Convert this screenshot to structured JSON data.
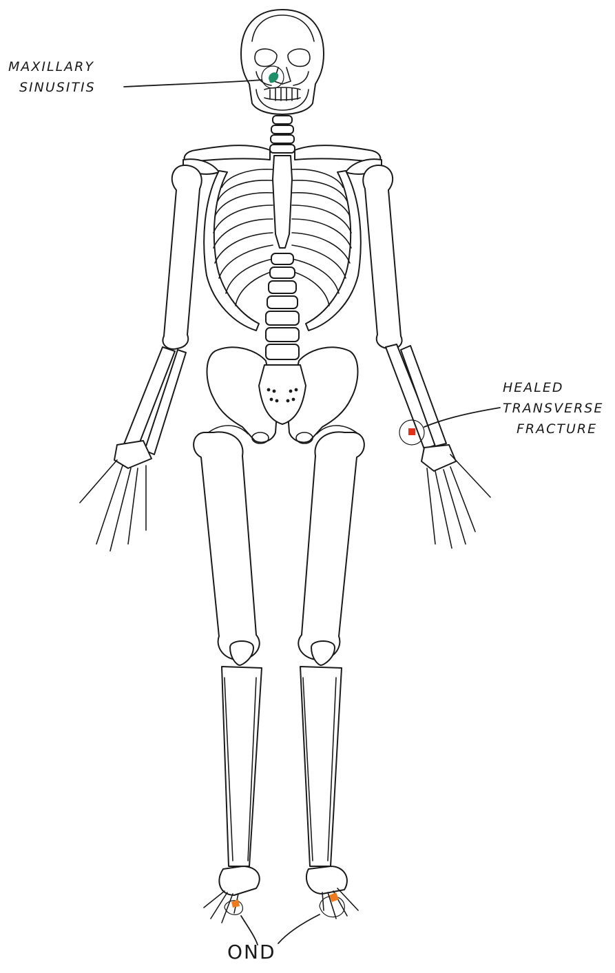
{
  "annotations": {
    "sinusitis": {
      "line1": "MAXILLARY",
      "line2": "SINUSITIS",
      "marker_color": "#1f8f6a"
    },
    "fracture": {
      "line1": "HEALED",
      "line2": "TRANSVERSE",
      "line3": "FRACTURE",
      "marker_color": "#e0311f"
    },
    "ond": {
      "text": "OND",
      "marker_color": "#f07a1e"
    }
  },
  "colors": {
    "ink": "#1a1a1a",
    "background": "#ffffff"
  }
}
